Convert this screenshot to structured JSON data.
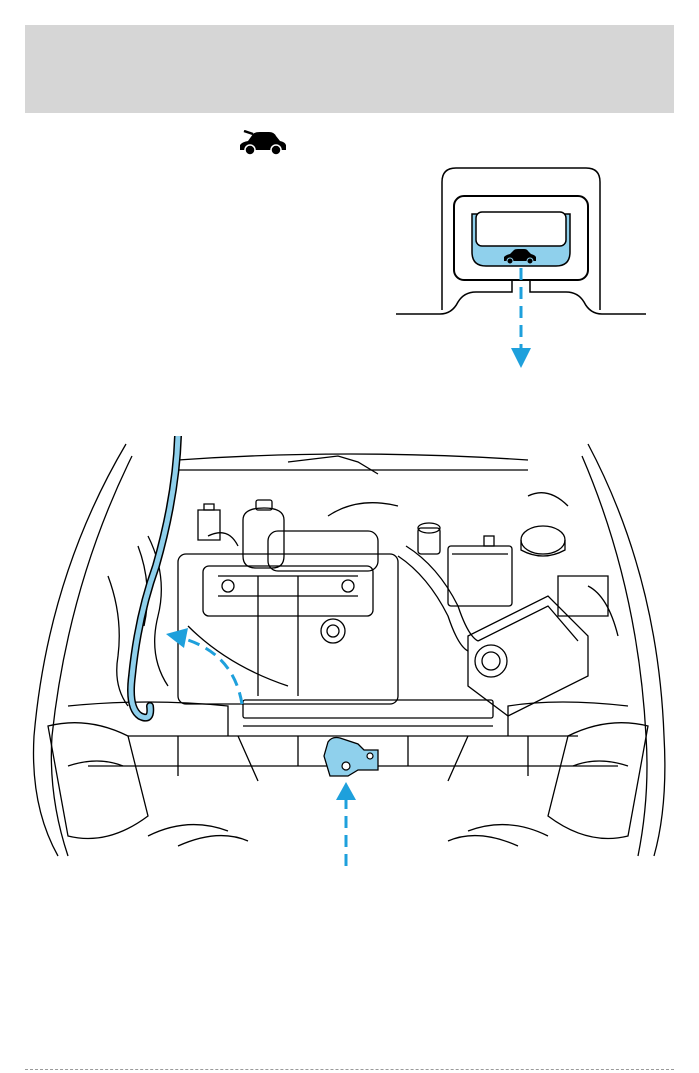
{
  "header": {
    "title": ""
  },
  "icons": {
    "hood_symbol": "hood-release-car-icon",
    "release_handle_symbol": "hood-release-car-icon"
  },
  "figures": [
    {
      "name": "hood-release-lever-diagram",
      "callout_direction": "down"
    },
    {
      "name": "engine-compartment-diagram",
      "callouts": [
        "hood-latch-arrow",
        "prop-rod-arrow"
      ]
    }
  ],
  "colors": {
    "header_gray": "#d6d6d6",
    "highlight_blue": "#8fd0ec",
    "arrow_blue": "#1ea0dc",
    "line_art": "#000000"
  }
}
